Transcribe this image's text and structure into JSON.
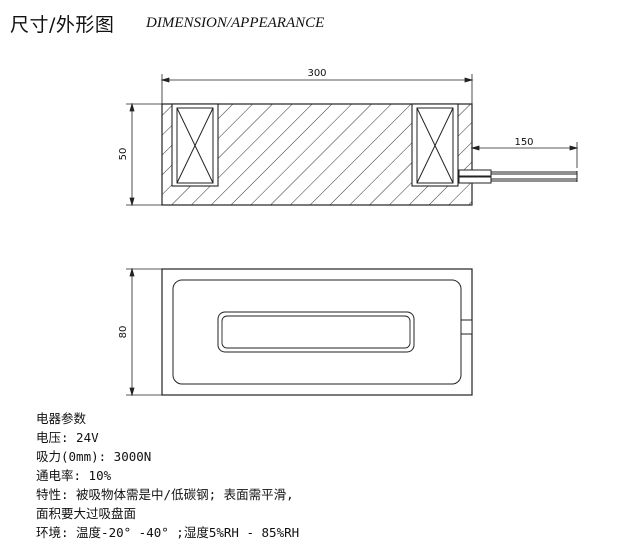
{
  "header": {
    "title_cn": "尺寸/外形图",
    "title_en": "DIMENSION/APPEARANCE"
  },
  "drawing": {
    "top_view": {
      "length_label": "300",
      "height_label": "50",
      "lead_label": "150"
    },
    "side_view": {
      "width_label": "80"
    }
  },
  "params": {
    "heading": "电器参数",
    "lines": [
      "电压: 24V",
      "吸力(0mm): 3000N",
      "通电率: 10%",
      "特性: 被吸物体需是中/低碳钢; 表面需平滑,",
      "面积要大过吸盘面",
      "环境: 温度-20° -40° ;湿度5%RH - 85%RH"
    ]
  },
  "colors": {
    "line": "#222222",
    "background": "#ffffff"
  }
}
